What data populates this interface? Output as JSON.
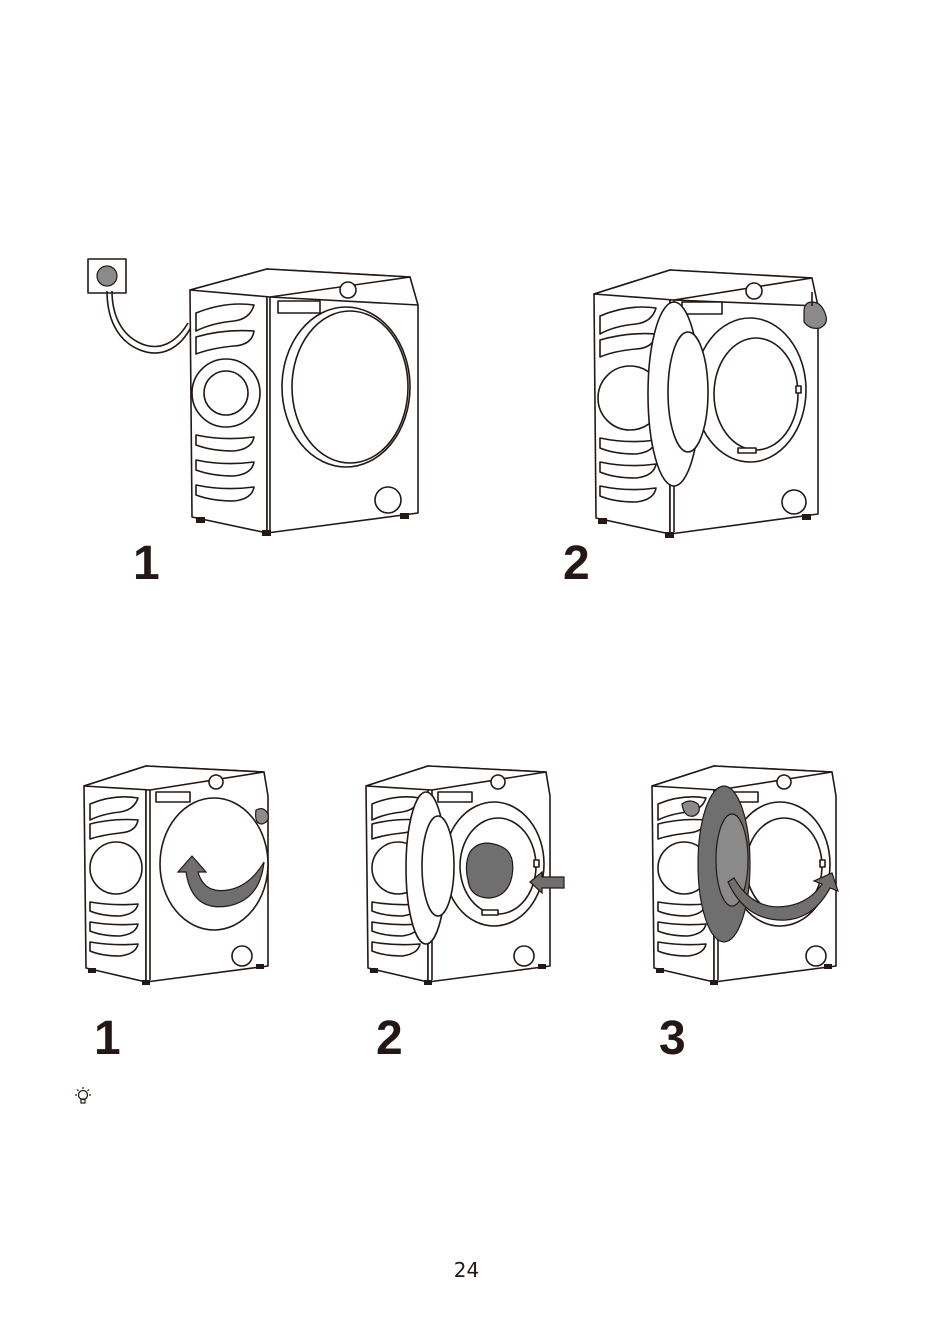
{
  "steps_top": [
    {
      "number": "1",
      "icon": "power-plug-icon"
    },
    {
      "number": "2",
      "icon": "press-power-button-icon"
    }
  ],
  "steps_bottom": [
    {
      "number": "1",
      "icon": "open-door-icon"
    },
    {
      "number": "2",
      "icon": "load-laundry-icon"
    },
    {
      "number": "3",
      "icon": "close-door-icon"
    }
  ],
  "tip_icon": "lightbulb-icon",
  "page_number": "24",
  "colors": {
    "ink": "#231815",
    "shade": "#6f6f6f"
  }
}
